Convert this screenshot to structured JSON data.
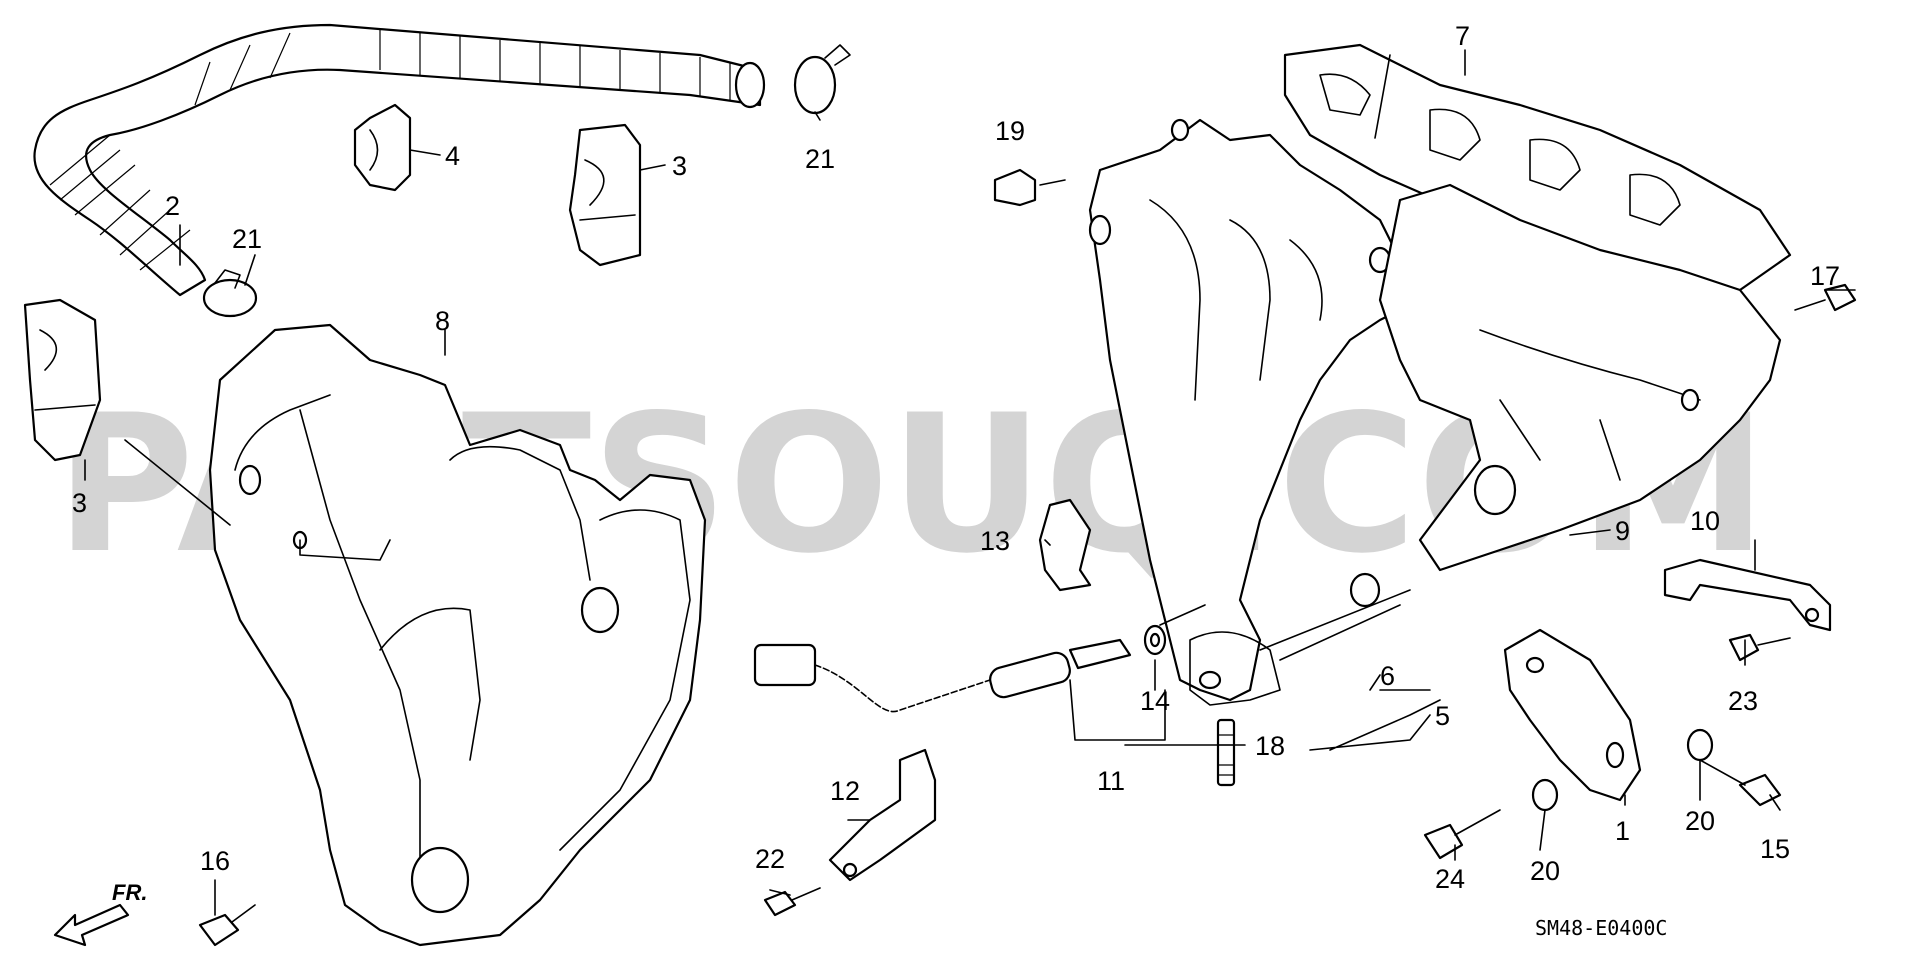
{
  "watermark": "PARTSOUQ.COM",
  "diagram_code": "SM48-E0400C",
  "front_indicator": "FR.",
  "callouts": [
    {
      "id": "c1",
      "label": "1"
    },
    {
      "id": "c2",
      "label": "2"
    },
    {
      "id": "c3a",
      "label": "3"
    },
    {
      "id": "c3b",
      "label": "3"
    },
    {
      "id": "c4",
      "label": "4"
    },
    {
      "id": "c5",
      "label": "5"
    },
    {
      "id": "c6",
      "label": "6"
    },
    {
      "id": "c7",
      "label": "7"
    },
    {
      "id": "c8",
      "label": "8"
    },
    {
      "id": "c9",
      "label": "9"
    },
    {
      "id": "c10",
      "label": "10"
    },
    {
      "id": "c11",
      "label": "11"
    },
    {
      "id": "c12",
      "label": "12"
    },
    {
      "id": "c13",
      "label": "13"
    },
    {
      "id": "c14",
      "label": "14"
    },
    {
      "id": "c15",
      "label": "15"
    },
    {
      "id": "c16",
      "label": "16"
    },
    {
      "id": "c17",
      "label": "17"
    },
    {
      "id": "c18",
      "label": "18"
    },
    {
      "id": "c19",
      "label": "19"
    },
    {
      "id": "c20a",
      "label": "20"
    },
    {
      "id": "c20b",
      "label": "20"
    },
    {
      "id": "c21a",
      "label": "21"
    },
    {
      "id": "c21b",
      "label": "21"
    },
    {
      "id": "c22",
      "label": "22"
    },
    {
      "id": "c23",
      "label": "23"
    },
    {
      "id": "c24",
      "label": "24"
    }
  ]
}
